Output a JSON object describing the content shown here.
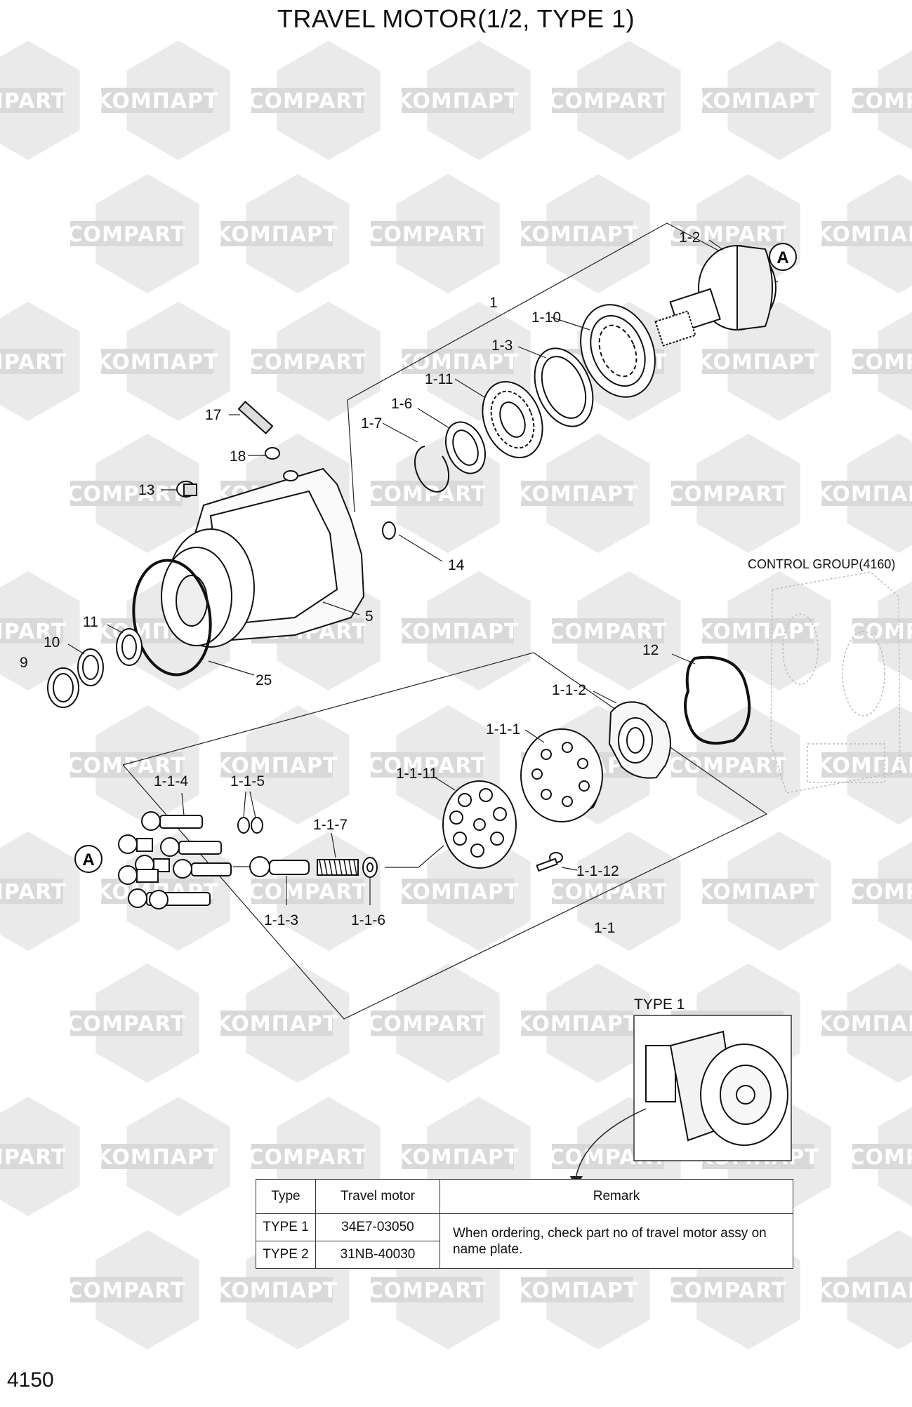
{
  "title": "TRAVEL MOTOR(1/2, TYPE 1)",
  "page_number": "4150",
  "watermark": {
    "label_a": "KOMПАРТ",
    "label_b": "COMPART",
    "color": "#d9d9d9"
  },
  "callouts": {
    "c1": "1",
    "c1_2": "1-2",
    "c1_10": "1-10",
    "c1_3": "1-3",
    "c1_11": "1-11",
    "c1_6": "1-6",
    "c1_7": "1-7",
    "c17": "17",
    "c18": "18",
    "c13": "13",
    "c14": "14",
    "c5": "5",
    "c11": "11",
    "c10": "10",
    "c9": "9",
    "c25": "25",
    "c12": "12",
    "c1_1_2": "1-1-2",
    "c1_1_1": "1-1-1",
    "c1_1_11": "1-1-11",
    "c1_1_4": "1-1-4",
    "c1_1_5": "1-1-5",
    "c1_1_7": "1-1-7",
    "c1_1_12": "1-1-12",
    "c1_1_3": "1-1-3",
    "c1_1_6": "1-1-6",
    "c1_1": "1-1"
  },
  "detail_markers": {
    "a_top": "A",
    "a_left": "A"
  },
  "control_group_label": "CONTROL GROUP(4160)",
  "type_panel_label": "TYPE 1",
  "spec_table": {
    "headers": [
      "Type",
      "Travel motor",
      "Remark"
    ],
    "rows": [
      {
        "type": "TYPE 1",
        "motor": "34E7-03050"
      },
      {
        "type": "TYPE 2",
        "motor": "31NB-40030"
      }
    ],
    "remark": "When ordering, check part no of travel motor assy on name plate."
  }
}
